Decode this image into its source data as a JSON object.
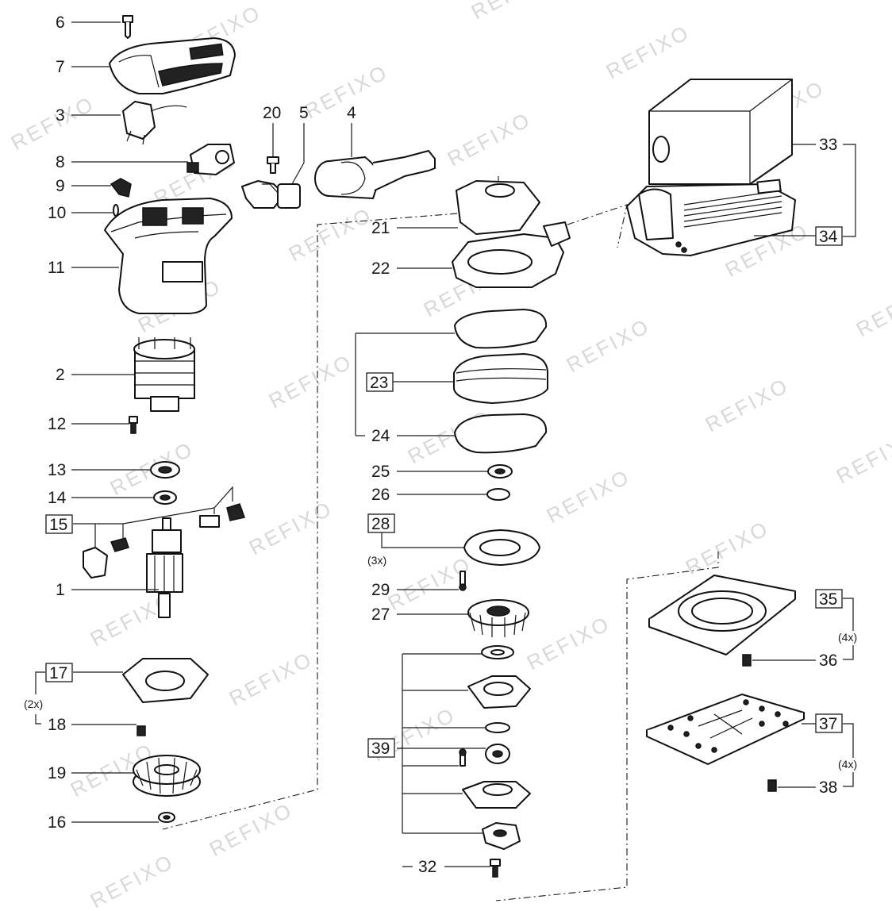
{
  "watermark": "REFIXO",
  "labels": {
    "l1": "1",
    "l2": "2",
    "l3": "3",
    "l4": "4",
    "l5": "5",
    "l6": "6",
    "l7": "7",
    "l8": "8",
    "l9": "9",
    "l10": "10",
    "l11": "11",
    "l12": "12",
    "l13": "13",
    "l14": "14",
    "l15": "15",
    "l16": "16",
    "l17": "17",
    "l18": "18",
    "l19": "19",
    "l20": "20",
    "l21": "21",
    "l22": "22",
    "l23": "23",
    "l24": "24",
    "l25": "25",
    "l26": "26",
    "l27": "27",
    "l28": "28",
    "l29": "29",
    "l32": "32",
    "l33": "33",
    "l34": "34",
    "l35": "35",
    "l36": "36",
    "l37": "37",
    "l38": "38",
    "l39": "39"
  },
  "quantities": {
    "q17": "(2x)",
    "q28": "(3x)",
    "q35": "(4x)",
    "q37": "(4x)"
  }
}
